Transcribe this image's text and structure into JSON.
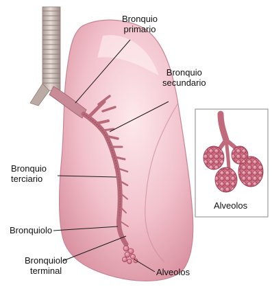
{
  "labels": {
    "primary_bronchus": "Bronquio primario",
    "primary_line1": "Bronquio",
    "primary_line2": "primario",
    "secondary_line1": "Bronquio",
    "secondary_line2": "secundario",
    "tertiary_line1": "Bronquio",
    "tertiary_line2": "terciario",
    "bronchiole": "Bronquiolo",
    "terminal_line1": "Bronquiolo",
    "terminal_line2": "terminal",
    "alveoli_main": "Alveolos",
    "alveoli_inset": "Alveolos"
  },
  "colors": {
    "lung_fill": "#f3c6cf",
    "lung_highlight": "#fbe3e8",
    "lung_shadow": "#d98f9e",
    "trachea": "#c9b7b0",
    "bronchus": "#c77f8d",
    "alveoli": "#d7768a",
    "leader_line": "#1a1a1a",
    "inset_border": "#9a9a9a"
  }
}
